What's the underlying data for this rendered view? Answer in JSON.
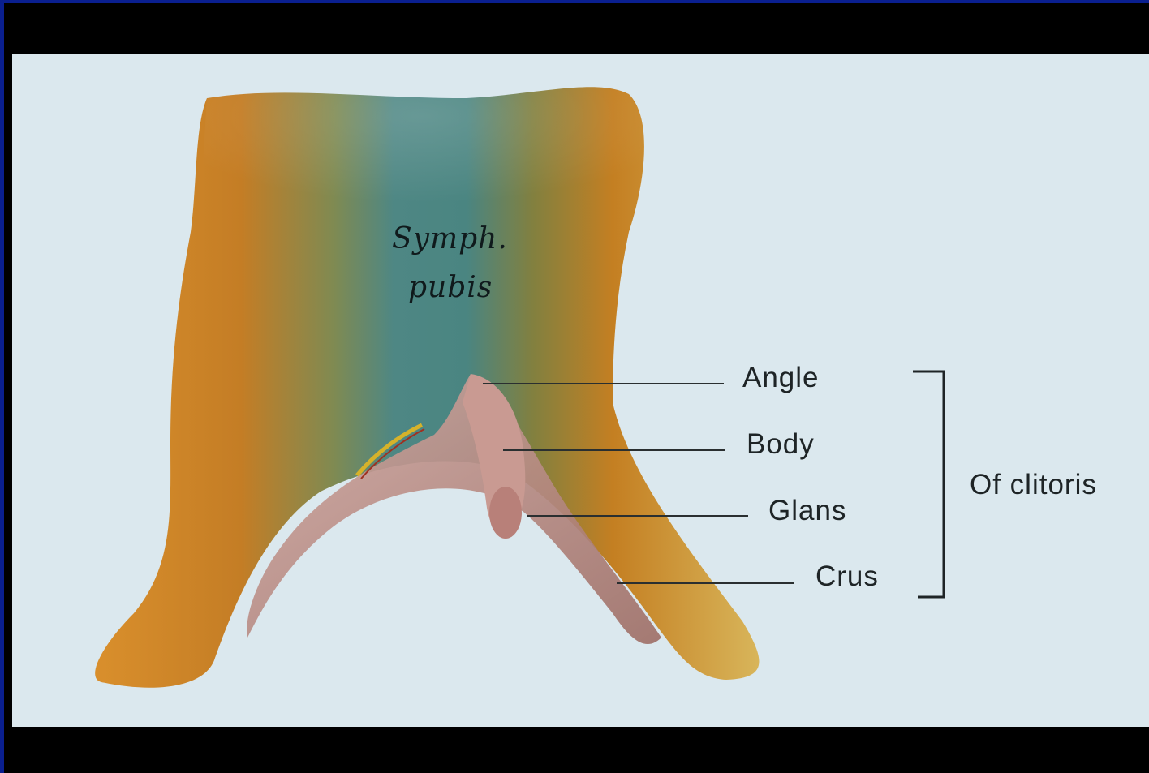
{
  "diagram": {
    "handwritten_label_line1": "Symph.",
    "handwritten_label_line2": "pubis",
    "labels": [
      {
        "id": "angle",
        "text": "Angle"
      },
      {
        "id": "body",
        "text": "Body"
      },
      {
        "id": "glans",
        "text": "Glans"
      },
      {
        "id": "crus",
        "text": "Crus"
      }
    ],
    "bracket_label": "Of clitoris"
  },
  "colors": {
    "background": "#dbe8ee",
    "bone": "#c9862a",
    "symphysis": "#4f8a86",
    "tissue": "#b98a84",
    "frame": "#0a1f8f"
  }
}
